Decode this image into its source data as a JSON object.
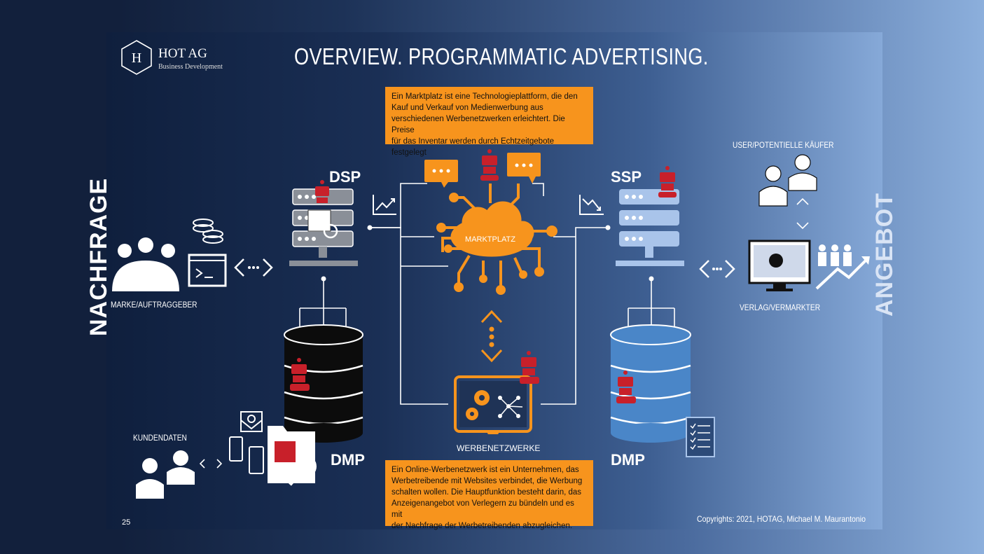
{
  "slide": {
    "title": "OVERVIEW. PROGRAMMATIC ADVERTISING.",
    "page_number": "25",
    "copyright": "Copyrights: 2021, HOTAG, Michael M. Maurantonio"
  },
  "logo": {
    "letter": "H",
    "name": "HOT AG",
    "tagline": "Business Development"
  },
  "side_labels": {
    "left": "NACHFRAGE",
    "right": "ANGEBOT"
  },
  "boxes": {
    "marktplatz_text": [
      "Ein Marktplatz ist eine Technologieplattform, die den",
      "Kauf und Verkauf von Medienwerbung aus",
      "verschiedenen Werbenetzwerken erleichtert. Die Preise",
      "für das Inventar werden durch Echtzeitgebote festgelegt"
    ],
    "werbenetzwerk_text": [
      "Ein Online-Werbenetzwerk ist ein Unternehmen, das",
      "Werbetreibende mit Websites verbindet, die Werbung",
      "schalten wollen. Die Hauptfunktion besteht darin, das",
      "Anzeigenangebot von Verlegern zu bündeln und es mit",
      "der Nachfrage der Werbetreibenden abzugleichen."
    ]
  },
  "nodes": {
    "dsp": "DSP",
    "ssp": "SSP",
    "dmp_left": "DMP",
    "dmp_right": "DMP",
    "marktplatz": "MARKTPLATZ",
    "werbenetzwerke": "WERBENETZWERKE",
    "marke": "MARKE/AUFTRAGGEBER",
    "kundendaten": "KUNDENDATEN",
    "user": "USER/POTENTIELLE KÄUFER",
    "verlag": "VERLAG/VERMARKTER"
  },
  "colors": {
    "accent_orange": "#f7941d",
    "robot_red": "#c8202a",
    "dmp_blue": "#4a86c8",
    "server_light": "#a9c4ea"
  }
}
